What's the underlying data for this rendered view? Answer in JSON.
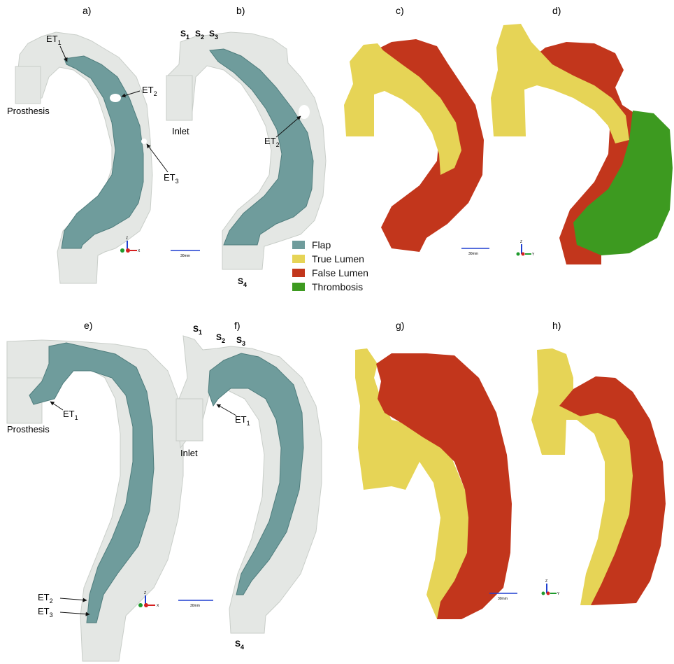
{
  "panels": {
    "a": "a)",
    "b": "b)",
    "c": "c)",
    "d": "d)",
    "e": "e)",
    "f": "f)",
    "g": "g)",
    "h": "h)"
  },
  "annotations": {
    "prosthesis": "Prosthesis",
    "inlet": "Inlet",
    "et": "ET",
    "sub1": "1",
    "sub2": "2",
    "sub3": "3",
    "sub4": "4",
    "s": "S"
  },
  "scale_bar_label": "30mm",
  "axis_letters": {
    "z": "Z",
    "x": "X",
    "y": "Y"
  },
  "legend": [
    {
      "label": "Flap",
      "color": "#6f9c9c"
    },
    {
      "label": "True Lumen",
      "color": "#e6d456"
    },
    {
      "label": "False Lumen",
      "color": "#c2361c"
    },
    {
      "label": "Thrombosis",
      "color": "#3d9a20"
    }
  ],
  "colors": {
    "vessel": "#e4e7e4",
    "vessel_edge": "#c9cec9",
    "flap": "#6f9c9c",
    "flap_edge": "#4f7d7d",
    "true_lumen": "#e6d456",
    "false_lumen": "#c2361c",
    "thrombosis": "#3d9a20",
    "axis_blue": "#1f3fd0",
    "axis_red": "#d52020",
    "axis_green": "#1e9a2c"
  }
}
